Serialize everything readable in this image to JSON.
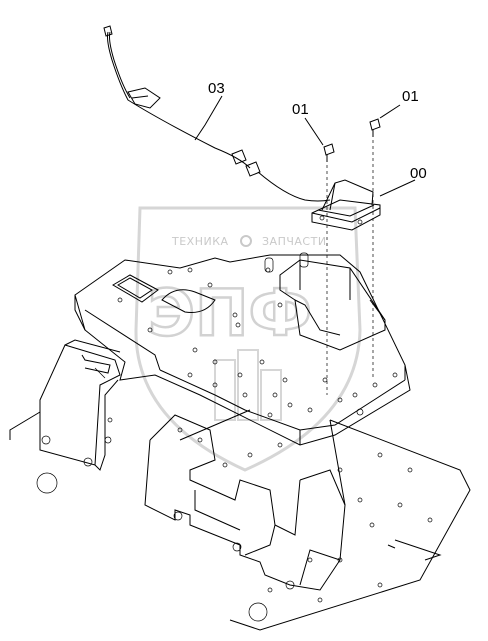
{
  "callouts": {
    "harness": "03",
    "bolt_left": "01",
    "bolt_right": "01",
    "controller": "00"
  },
  "watermark": {
    "left_word": "ТЕХНИКА",
    "right_word": "ЗАПЧАСТИ",
    "logo": "ЭПФ"
  },
  "colors": {
    "line": "#000000",
    "watermark": "#cfcfcf",
    "background": "#ffffff"
  }
}
